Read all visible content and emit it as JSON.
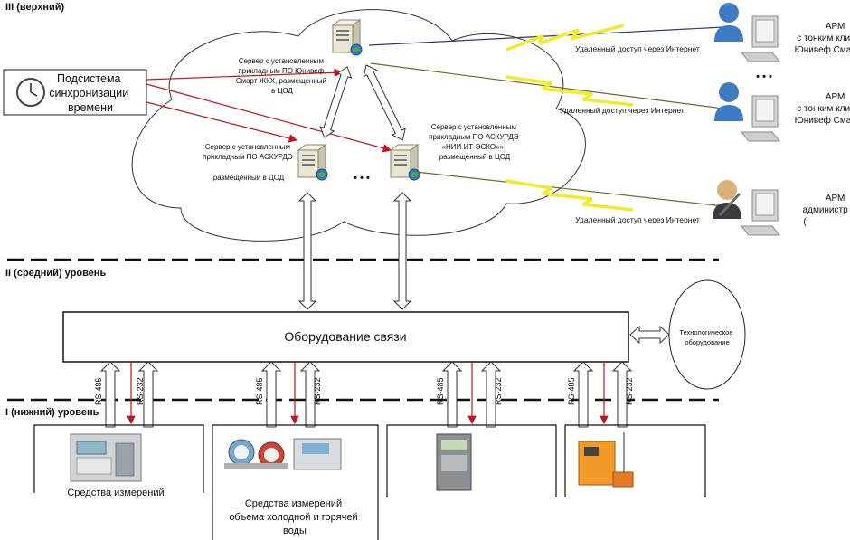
{
  "levels": {
    "upper": "III (верхний)",
    "middle": "II (средний) уровень",
    "lower": "I (нижний) уровень"
  },
  "time_sync": [
    "Подсистема",
    "синхронизации",
    "времени"
  ],
  "servers": {
    "unicef": [
      "Сервер с установленным",
      "прикладным ПО Юнивеф",
      "Смарт ЖКХ, размещенный",
      "в ЦОД"
    ],
    "left": [
      "Сервер с установленным",
      "прикладным ПО АСКУРДЭ",
      "размещенный в ЦОД"
    ],
    "askurde": [
      "Сервер с установленным",
      "прикладным ПО АСКУРДЭ",
      "«НИИ ИТ-ЭСКО»»,",
      "размещенный в ЦОД"
    ],
    "ellipsis": "• • •"
  },
  "remote_access": "Удаленный доступ через Интернет",
  "workstations": [
    {
      "lines": [
        "АРМ",
        "с тонким кли",
        "Юнивеф Сма"
      ]
    },
    {
      "lines": [
        "АРМ",
        "с тонким кли",
        "Юнивеф Сма"
      ]
    },
    {
      "lines": [
        "АРМ",
        "администр",
        "("
      ]
    }
  ],
  "workstation_ellipsis": "• • •",
  "comm_equipment": "Оборудование связи",
  "tech_equipment": [
    "Технологическое",
    "оборудование"
  ],
  "interfaces": {
    "rs485": "RS-485",
    "rs232": "RS-232"
  },
  "devices": [
    {
      "caption": [
        "Средства измерений"
      ]
    },
    {
      "caption": [
        "Средства измерений",
        "объема холодной и горячей",
        "воды"
      ]
    },
    {
      "caption": []
    },
    {
      "caption": []
    }
  ]
}
